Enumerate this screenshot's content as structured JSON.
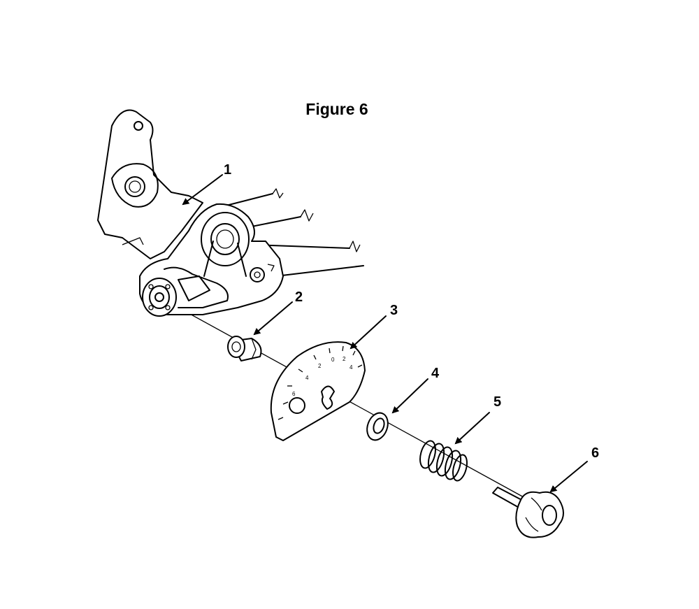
{
  "figure": {
    "title": "Figure 6"
  },
  "callouts": [
    {
      "id": "1",
      "label": "1"
    },
    {
      "id": "2",
      "label": "2"
    },
    {
      "id": "3",
      "label": "3"
    },
    {
      "id": "4",
      "label": "4"
    },
    {
      "id": "5",
      "label": "5"
    },
    {
      "id": "6",
      "label": "6"
    }
  ],
  "scale_plate": {
    "tick_labels": [
      "6",
      "4",
      "2",
      "0",
      "2",
      "4"
    ]
  }
}
